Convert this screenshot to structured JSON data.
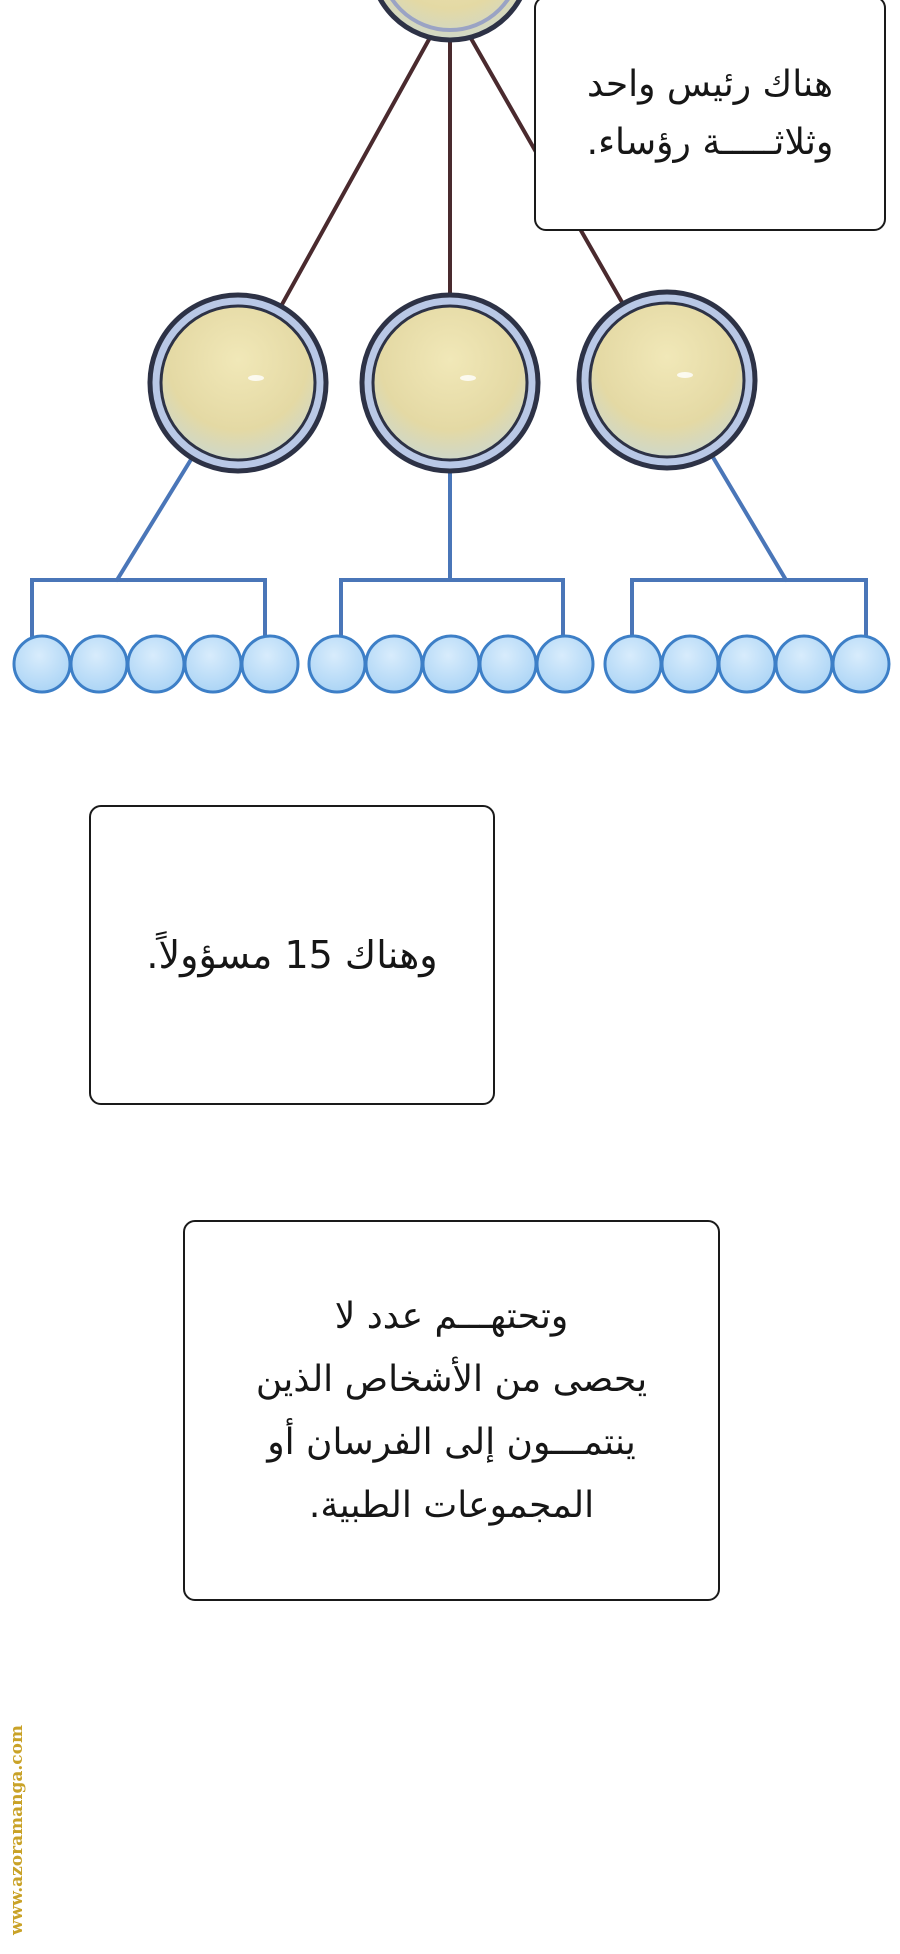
{
  "panels": {
    "box_1": {
      "text": "هناك رئيس واحد\nوثلاثـــــة رؤساء."
    },
    "box_2": {
      "text": "وهناك 15 مسؤولاً."
    },
    "box_3": {
      "text": "وتحتهـــم عدد لا\nيحصى من الأشخاص الذين\nينتمـــون إلى الفرسان أو\nالمجموعات الطبية."
    }
  },
  "watermark": {
    "text": "www.azoramanga.com"
  },
  "colors": {
    "connector_dark": "#4a2a2e",
    "connector_blue": "#4a76b8",
    "leader_node_fill": "#e4d9a4",
    "leader_node_ring": "#2d3246",
    "member_node_fill": "#a9d3f5",
    "member_node_stroke": "#3d7fc7",
    "watermark": "#c9a227"
  }
}
